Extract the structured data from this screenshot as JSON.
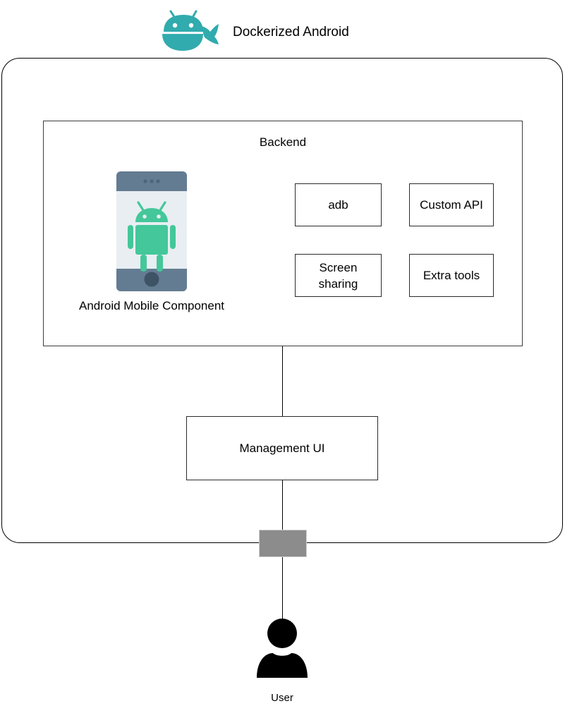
{
  "title": {
    "text": "Dockerized Android",
    "logo_icon": "dockerized-android-logo-icon",
    "logo_color": "#31abad"
  },
  "container": {
    "name": "dockerized-android-container"
  },
  "backend": {
    "label": "Backend",
    "services": [
      {
        "id": "adb",
        "label": "adb"
      },
      {
        "id": "custom-api",
        "label": "Custom API"
      },
      {
        "id": "screen-sharing",
        "label": "Screen\nsharing",
        "line1": "Screen",
        "line2": "sharing"
      },
      {
        "id": "extra-tools",
        "label": "Extra tools"
      }
    ],
    "mobile_component": {
      "caption": "Android Mobile Component",
      "icon": "android-phone-icon",
      "bezel_color": "#637c92",
      "screen_color": "#e8eef2",
      "robot_color": "#44c79a",
      "home_button_color": "#3f5366"
    }
  },
  "management_ui": {
    "label": "Management UI"
  },
  "boundary_block": {
    "name": "host-boundary-block",
    "color": "#8c8c8c"
  },
  "user": {
    "caption": "User",
    "icon": "user-icon",
    "color": "#000000"
  },
  "connectors": [
    {
      "id": "backend-to-management-ui"
    },
    {
      "id": "management-ui-to-boundary"
    },
    {
      "id": "boundary-to-user"
    }
  ]
}
